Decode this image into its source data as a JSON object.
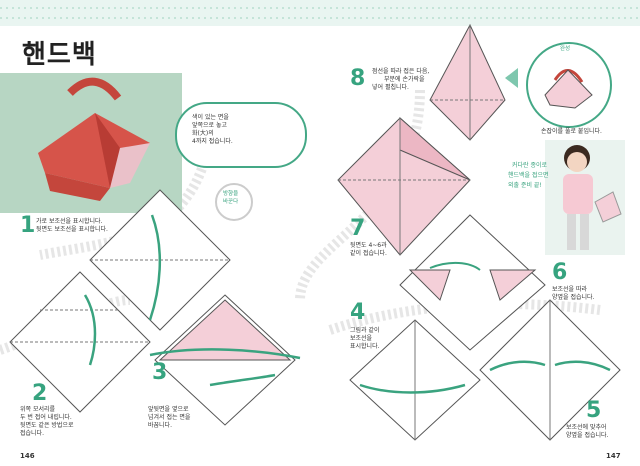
{
  "title": "핸드백",
  "colors": {
    "accent": "#36a37f",
    "paper_pink": "#f4cfd8",
    "photo_bg": "#b7d6c3",
    "arrow": "#3aa37f"
  },
  "steps": [
    {
      "num": "1",
      "lines": [
        "가로 보조선을 표시합니다.",
        "뒷면도 보조선을 표시합니다."
      ]
    },
    {
      "num": "2",
      "lines": [
        "위쪽 모서리를",
        "두 번 접어 내립니다.",
        "뒷면도 같은 방법으로",
        "접습니다."
      ]
    },
    {
      "num": "3",
      "lines": [
        "앞뒷면을 옆으로",
        "넘겨서 접는 면을",
        "바꿉니다."
      ]
    },
    {
      "num": "4",
      "lines": [
        "그림과 같이",
        "보조선을",
        "표시합니다."
      ]
    },
    {
      "num": "5",
      "lines": [
        "보조선에 맞추어",
        "양옆을 접습니다."
      ]
    },
    {
      "num": "6",
      "lines": [
        "보조선을 따라",
        "양옆을 접습니다."
      ]
    },
    {
      "num": "7",
      "lines": [
        "뒷면도 4~6과",
        "같이 접습니다."
      ]
    },
    {
      "num": "8",
      "lines": [
        "점선을 따라 접은 다음,",
        "부분에 손가락을",
        "넣어 펼칩니다."
      ]
    }
  ],
  "intro_bubble": {
    "lines": [
      "색이 있는 면을",
      "앞쪽으로 놓고",
      "화(大)의",
      "4까지 접습니다."
    ]
  },
  "flip_tag": {
    "lines": [
      "방향을",
      "바꾼다"
    ]
  },
  "done": {
    "label": "완성",
    "caption": "손잡이를 풀로 붙입니다."
  },
  "girl_note": {
    "lines": [
      "커다란 종이로",
      "핸드백을 접으면",
      "외출 준비 끝!"
    ]
  },
  "pages": {
    "left": "146",
    "right": "147"
  }
}
